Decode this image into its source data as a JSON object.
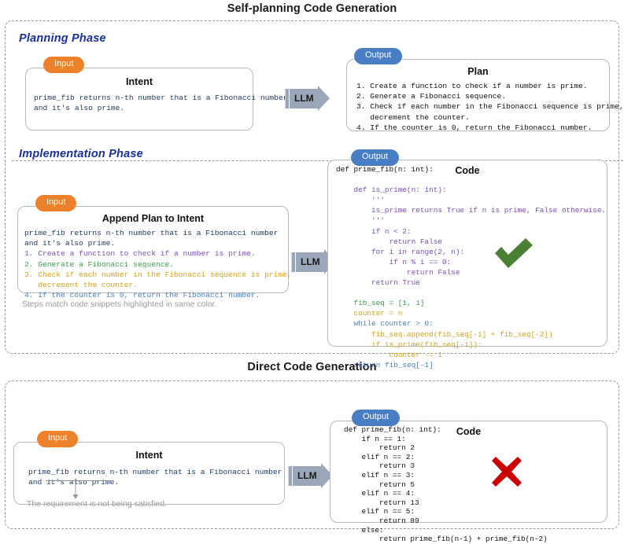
{
  "figure": {
    "self_planning_title": "Self-planning Code Generation",
    "direct_title": "Direct Code Generation"
  },
  "colors": {
    "input_badge": "#ec8129",
    "output_badge": "#4a7ec4",
    "phase_label": "#1a2fa0",
    "intent_text": "#1f3a63",
    "step1_purple": "#7b4fbf",
    "step2_green": "#3f9a4e",
    "step3_gold": "#d6a11a",
    "step4_blue": "#4a7ec4",
    "check_green": "#4a8033",
    "cross_red": "#cc0000",
    "panel_border": "#9a9a9a",
    "llm_arrow": "#9aa7b8"
  },
  "planning_phase": {
    "label": "Planning Phase",
    "input": {
      "badge": "Input",
      "caption": "Intent",
      "text": "prime_fib returns n-th number that is a Fibonacci number\nand it's also prime."
    },
    "llm": "LLM",
    "output": {
      "badge": "Output",
      "caption": "Plan",
      "lines": [
        "1. Create a function to check if a number is prime.",
        "2. Generate a Fibonacci sequence.",
        "3. Check if each number in the Fibonacci sequence is prime,",
        "   decrement the counter.",
        "4. If the counter is 0, return the Fibonacci number."
      ]
    }
  },
  "implementation_phase": {
    "label": "Implementation Phase",
    "note": "Steps match code snippets highlighted in same color.",
    "input": {
      "badge": "Input",
      "caption": "Append Plan to Intent",
      "intent_lines": [
        "prime_fib returns n-th number that is a Fibonacci number",
        "and it's also prime."
      ],
      "plan_lines": [
        {
          "text": "1. Create a function to check if a number is prime.",
          "color": "purple"
        },
        {
          "text": "2. Generate a Fibonacci sequence.",
          "color": "green"
        },
        {
          "text": "3. Check if each number in the Fibonacci sequence is prime,",
          "color": "gold"
        },
        {
          "text": "   decrement the counter.",
          "color": "gold"
        },
        {
          "text": "4. If the counter is 0, return the Fibonacci number.",
          "color": "blue"
        }
      ]
    },
    "llm": "LLM",
    "output": {
      "badge": "Output",
      "caption": "Code",
      "code_lines": [
        {
          "text": "def prime_fib(n: int):",
          "color": "black"
        },
        {
          "text": "",
          "color": "black"
        },
        {
          "text": "    def is_prime(n: int):",
          "color": "purple"
        },
        {
          "text": "        '''",
          "color": "purple"
        },
        {
          "text": "        is_prime returns True if n is prime, False otherwise.",
          "color": "purple"
        },
        {
          "text": "        '''",
          "color": "purple"
        },
        {
          "text": "        if n < 2:",
          "color": "purple"
        },
        {
          "text": "            return False",
          "color": "purple"
        },
        {
          "text": "        for i in range(2, n):",
          "color": "purple"
        },
        {
          "text": "            if n % i == 0:",
          "color": "purple"
        },
        {
          "text": "                return False",
          "color": "purple"
        },
        {
          "text": "        return True",
          "color": "purple"
        },
        {
          "text": "",
          "color": "black"
        },
        {
          "text": "    fib_seq = [1, 1]",
          "color": "green"
        },
        {
          "text": "    counter = n",
          "color": "gold"
        },
        {
          "text": "    while counter > 0:",
          "color": "blue"
        },
        {
          "text": "        fib_seq.append(fib_seq[-1] + fib_seq[-2])",
          "color": "gold"
        },
        {
          "text": "        if is_prime(fib_seq[-1]):",
          "color": "gold"
        },
        {
          "text": "            counter -= 1",
          "color": "gold"
        },
        {
          "text": "    return fib_seq[-1]",
          "color": "blue"
        }
      ],
      "result_mark": "check"
    }
  },
  "direct_generation": {
    "input": {
      "badge": "Input",
      "caption": "Intent",
      "text": "prime_fib returns n-th number that is a Fibonacci number\nand it's also prime."
    },
    "llm": "LLM",
    "annotation": "The requirement is not being satisfied.",
    "output": {
      "badge": "Output",
      "caption": "Code",
      "code_lines": [
        "def prime_fib(n: int):",
        "    if n == 1:",
        "        return 2",
        "    elif n == 2:",
        "        return 3",
        "    elif n == 3:",
        "        return 5",
        "    elif n == 4:",
        "        return 13",
        "    elif n == 5:",
        "        return 89",
        "    else:",
        "        return prime_fib(n-1) + prime_fib(n-2)"
      ],
      "result_mark": "cross"
    }
  }
}
